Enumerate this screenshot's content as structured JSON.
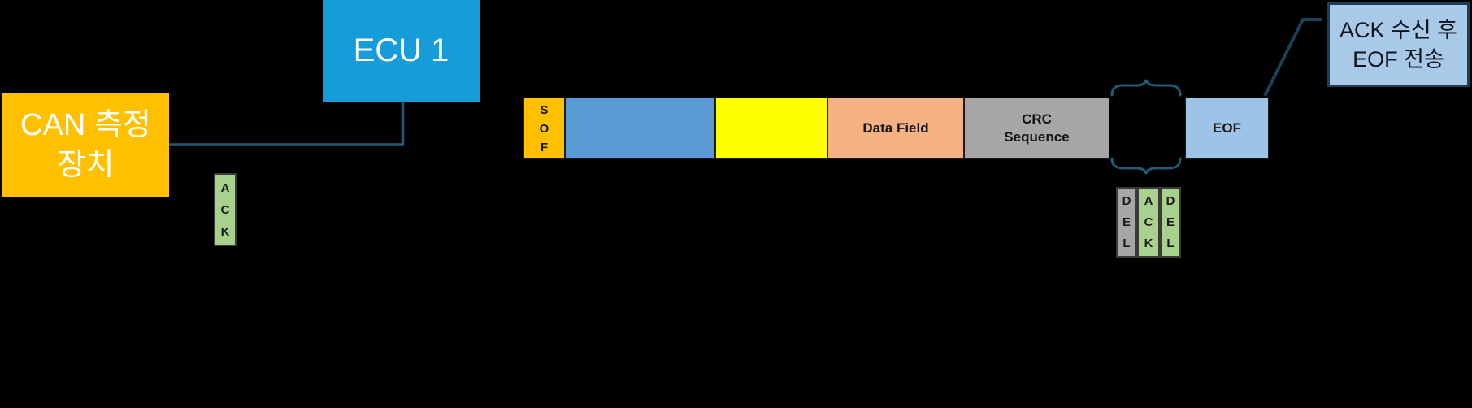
{
  "diagram": {
    "nodes": {
      "can_device": {
        "label": "CAN 측정\n장치",
        "fill": "#FFC000",
        "text_color": "#FFFFFF"
      },
      "ecu1": {
        "label": "ECU 1",
        "fill": "#169CD8",
        "text_color": "#FFFFFF"
      },
      "ack_bit": {
        "label": "A\nC\nK",
        "fill": "#A9D18E"
      },
      "callout": {
        "label": "ACK 수신 후\nEOF 전송",
        "fill": "#A9C9E8",
        "border": "#1F3D59"
      }
    },
    "frame": {
      "fields": [
        {
          "name": "sof",
          "label": "S\nO\nF",
          "fill": "#FFC000"
        },
        {
          "name": "arbitration-field",
          "label": "",
          "fill": "#5B9BD5"
        },
        {
          "name": "control-field",
          "label": "",
          "fill": "#FFFF00"
        },
        {
          "name": "data-field",
          "label": "Data Field",
          "fill": "#F4B183"
        },
        {
          "name": "crc-sequence",
          "label": "CRC\nSequence",
          "fill": "#A6A6A6"
        },
        {
          "name": "eof",
          "label": "EOF",
          "fill": "#9DC3E6"
        }
      ],
      "ack_slot_bits": [
        {
          "name": "del-left",
          "label": "D\nE\nL",
          "fill": "#A6A6A6"
        },
        {
          "name": "ack",
          "label": "A\nC\nK",
          "fill": "#A9D18E"
        },
        {
          "name": "del-right",
          "label": "D\nE\nL",
          "fill": "#A9D18E"
        }
      ]
    },
    "palette": {
      "background": "#000000",
      "connector_line": "#1E5C77",
      "callout_line": "#1C4156",
      "brace": "#1E5C77"
    }
  }
}
